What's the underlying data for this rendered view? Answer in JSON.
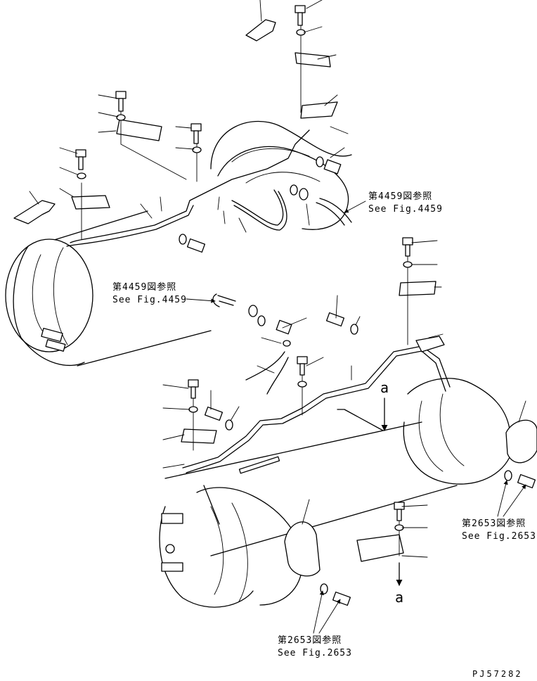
{
  "callouts": {
    "top_right": {
      "line1": "第4459図参照",
      "line2": "See Fig.4459"
    },
    "middle_left": {
      "line1": "第4459図参照",
      "line2": "See Fig.4459"
    },
    "right": {
      "line1": "第2653図参照",
      "line2": "See Fig.2653"
    },
    "bottom": {
      "line1": "第2653図参照",
      "line2": "See Fig.2653"
    }
  },
  "section_marks": {
    "upper": "a",
    "lower": "a"
  },
  "drawing_code": "PJ57282"
}
